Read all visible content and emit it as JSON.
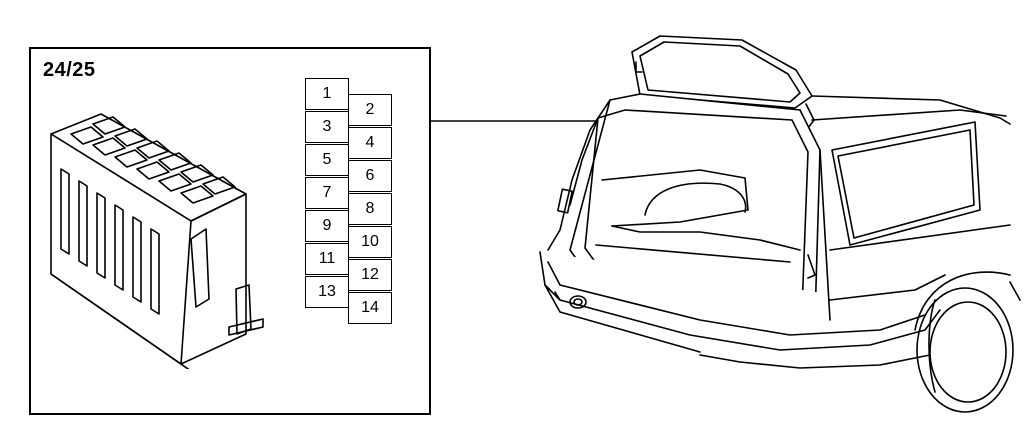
{
  "diagram": {
    "connector_label": "24/25",
    "pins_left": [
      "1",
      "3",
      "5",
      "7",
      "9",
      "11",
      "13"
    ],
    "pins_right": [
      "2",
      "4",
      "6",
      "8",
      "10",
      "12",
      "14"
    ]
  },
  "icons": {
    "connector": "connector-housing-icon",
    "car": "station-wagon-rear-icon"
  },
  "colors": {
    "line": "#000000",
    "background": "#ffffff"
  }
}
